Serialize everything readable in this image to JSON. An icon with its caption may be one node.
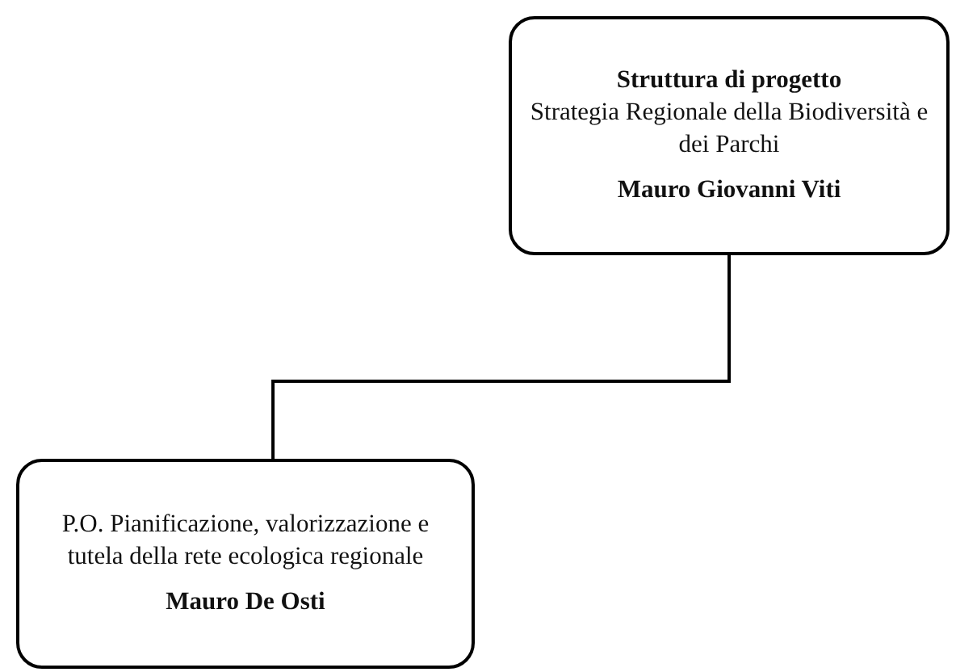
{
  "diagram": {
    "nodes": [
      {
        "text": [
          "Struttura di progetto",
          "Strategia Regionale della Biodiversità e dei Parchi",
          "Mauro Giovanni Viti"
        ]
      },
      {
        "text": [
          "P.O. Pianificazione, valorizzazione e tutela della rete ecologica regionale",
          "Mauro De Osti"
        ]
      }
    ],
    "edges": [
      {
        "from": 0,
        "to": 1,
        "arrow": "none"
      }
    ]
  }
}
